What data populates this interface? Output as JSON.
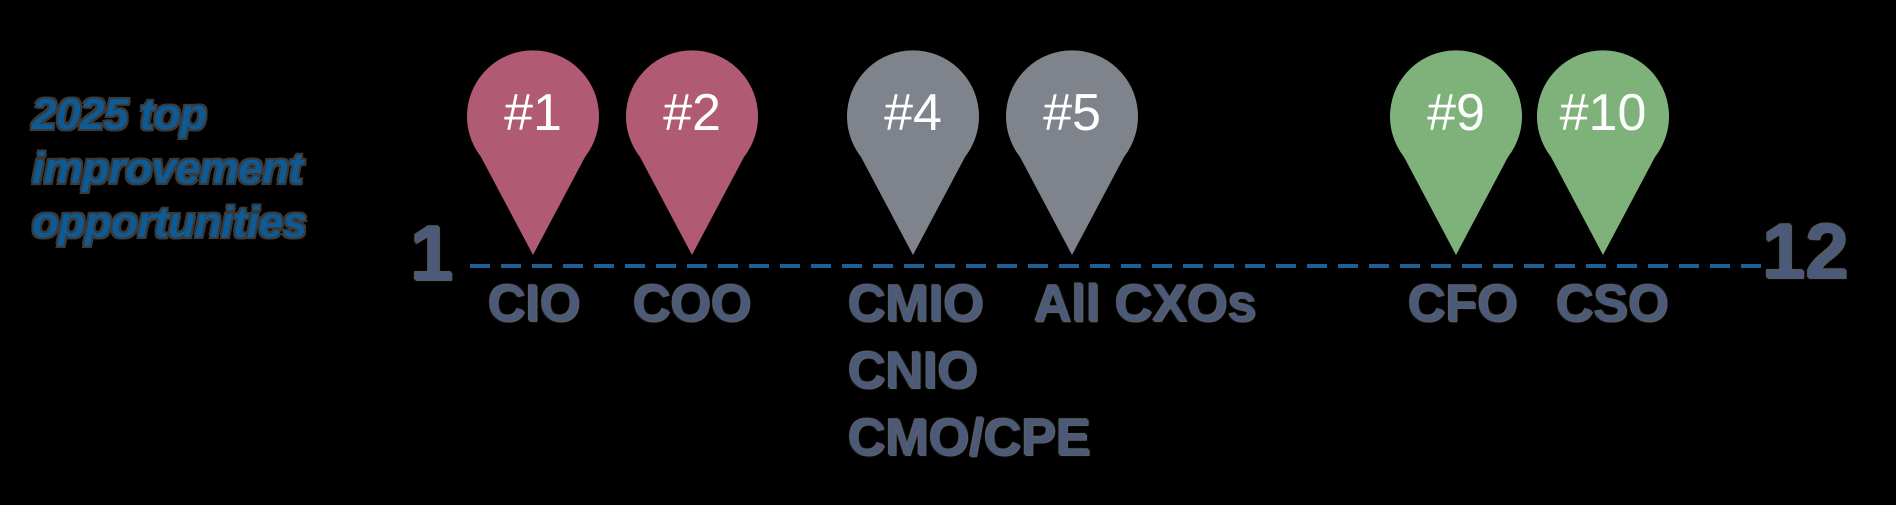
{
  "title": {
    "lines": [
      "2025 top",
      "improvement",
      "opportunities"
    ],
    "color": "#0e5a94"
  },
  "axis": {
    "start_label": "1",
    "end_label": "12",
    "line_color": "#1f5f93",
    "label_color": "#4a5a78"
  },
  "colors": {
    "rank_high": "#b05a73",
    "rank_mid": "#7f838b",
    "rank_low": "#7fb27a",
    "pin_text": "#ffffff",
    "role_text": "#4a5a78"
  },
  "pins": [
    {
      "rank": "#1",
      "color": "#b05a73",
      "roles": [
        "CIO"
      ]
    },
    {
      "rank": "#2",
      "color": "#b05a73",
      "roles": [
        "COO"
      ]
    },
    {
      "rank": "#4",
      "color": "#7f838b",
      "roles": [
        "CMIO",
        "CNIO",
        "CMO/CPE"
      ]
    },
    {
      "rank": "#5",
      "color": "#7f838b",
      "roles": [
        "All CXOs"
      ]
    },
    {
      "rank": "#9",
      "color": "#7fb27a",
      "roles": [
        "CFO"
      ]
    },
    {
      "rank": "#10",
      "color": "#7fb27a",
      "roles": [
        "CSO"
      ]
    }
  ],
  "chart_data": {
    "type": "timeline",
    "title": "2025 top improvement opportunities",
    "scale": {
      "min": 1,
      "max": 12
    },
    "points": [
      {
        "rank": 1,
        "label": "#1",
        "roles": [
          "CIO"
        ],
        "color": "#b05a73"
      },
      {
        "rank": 2,
        "label": "#2",
        "roles": [
          "COO"
        ],
        "color": "#b05a73"
      },
      {
        "rank": 4,
        "label": "#4",
        "roles": [
          "CMIO",
          "CNIO",
          "CMO/CPE"
        ],
        "color": "#7f838b"
      },
      {
        "rank": 5,
        "label": "#5",
        "roles": [
          "All CXOs"
        ],
        "color": "#7f838b"
      },
      {
        "rank": 9,
        "label": "#9",
        "roles": [
          "CFO"
        ],
        "color": "#7fb27a"
      },
      {
        "rank": 10,
        "label": "#10",
        "roles": [
          "CSO"
        ],
        "color": "#7fb27a"
      }
    ]
  }
}
